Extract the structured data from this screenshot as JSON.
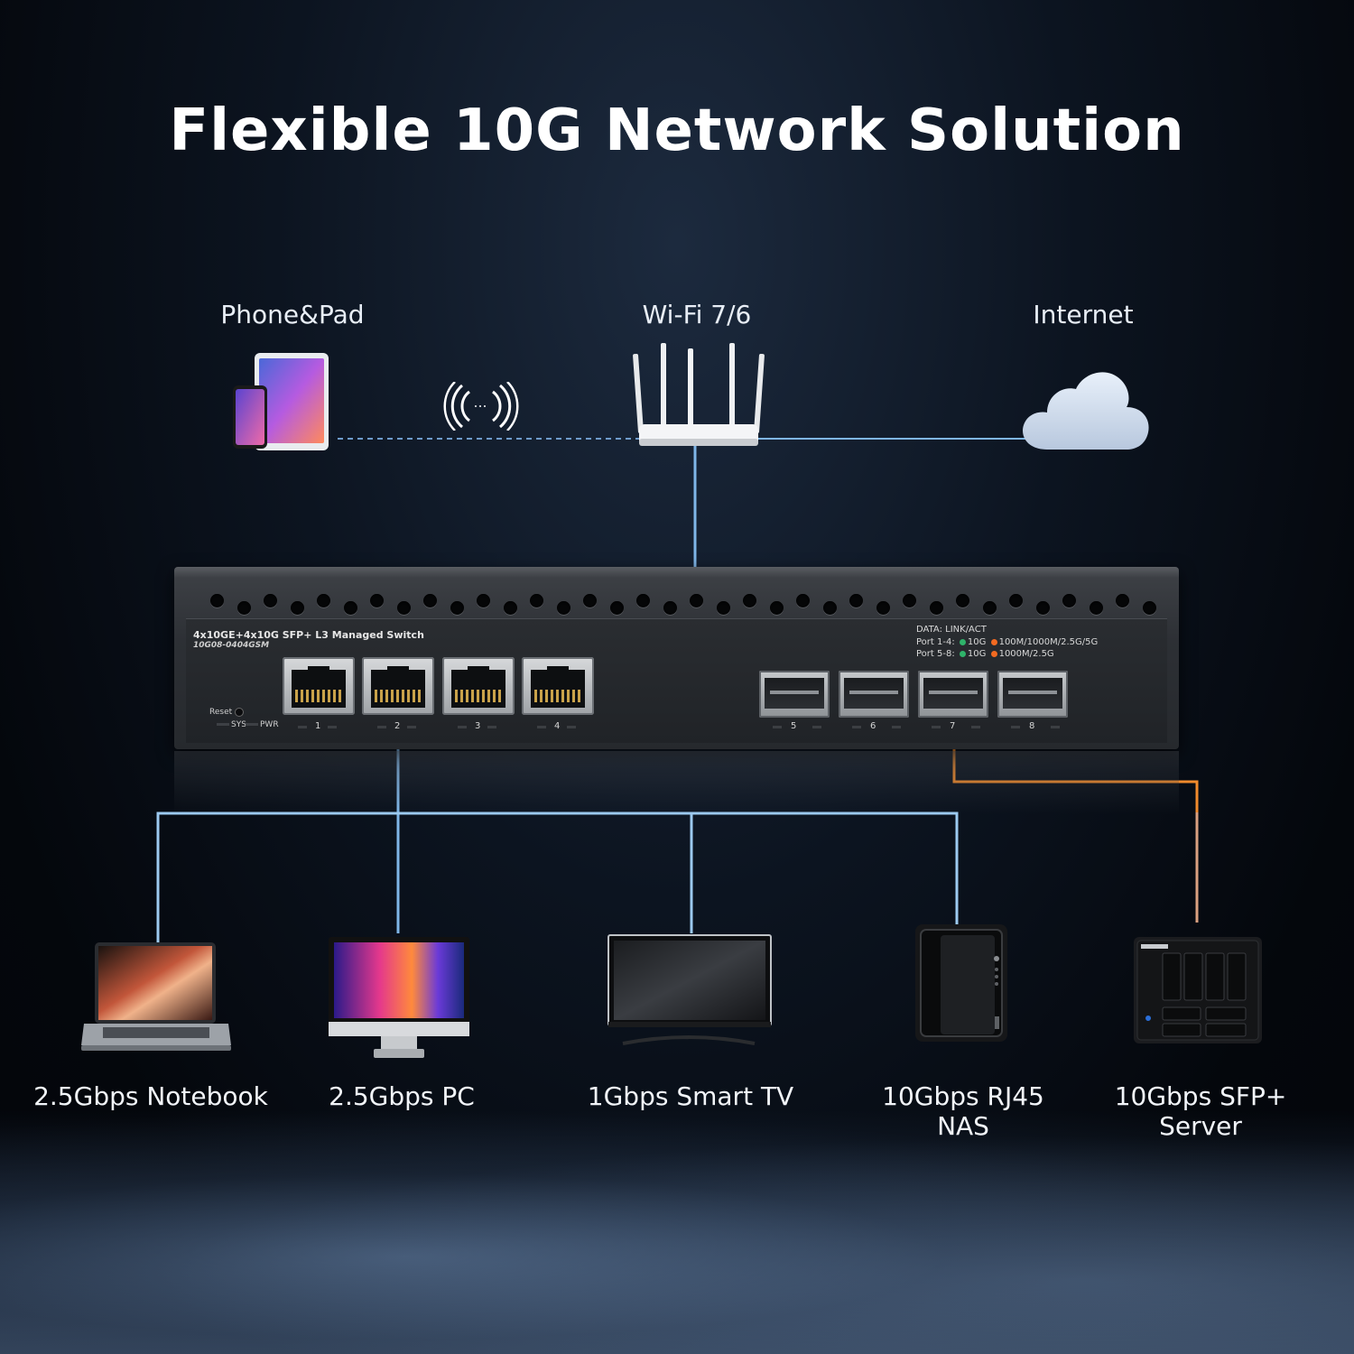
{
  "title": "Flexible 10G Network Solution",
  "top_nodes": {
    "phone_pad": "Phone&Pad",
    "wifi": "Wi-Fi 7/6",
    "internet": "Internet"
  },
  "switch": {
    "model_text": "4x10GE+4x10G SFP+ L3 Managed Switch",
    "sku": "10G08-0404GSM",
    "reset_label": "Reset",
    "sys_label": "SYS",
    "pwr_label": "PWR",
    "led_legend": {
      "header": "DATA: LINK/ACT",
      "row1_label": "Port 1-4:",
      "row1_green": "10G",
      "row1_orange": "100M/1000M/2.5G/5G",
      "row2_label": "Port 5-8:",
      "row2_green": "10G",
      "row2_orange": "1000M/2.5G"
    },
    "rj45_ports": [
      "1",
      "2",
      "3",
      "4"
    ],
    "sfp_ports": [
      "5",
      "6",
      "7",
      "8"
    ]
  },
  "devices": [
    {
      "label": "2.5Gbps Notebook",
      "icon": "laptop-icon"
    },
    {
      "label": "2.5Gbps PC",
      "icon": "monitor-icon"
    },
    {
      "label": "1Gbps Smart TV",
      "icon": "tv-icon"
    },
    {
      "label_line1": "10Gbps RJ45",
      "label_line2": "NAS",
      "icon": "nas-icon"
    },
    {
      "label_line1": "10Gbps SFP+",
      "label_line2": "Server",
      "icon": "server-icon"
    }
  ],
  "colors": {
    "copper_link": "#7fb6e8",
    "fiber_link": "#f08a2c",
    "wireless_link": "#6f9ccc",
    "led_green": "#2fb36a",
    "led_orange": "#f26a21"
  }
}
